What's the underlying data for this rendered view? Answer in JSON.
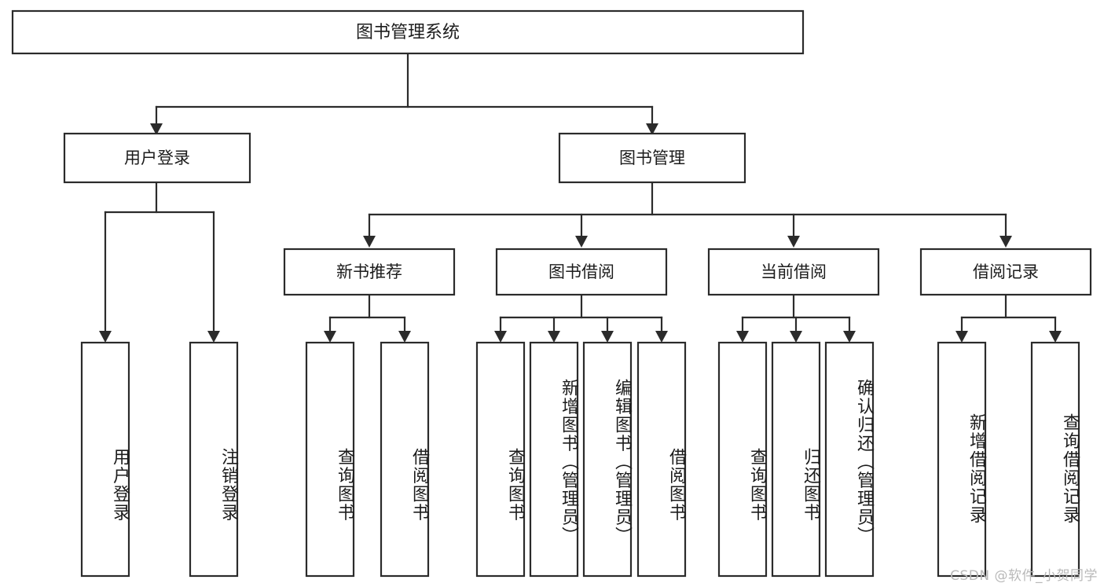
{
  "diagram": {
    "kind": "tree-hierarchy-chart",
    "title": "图书管理系统",
    "watermark": "CSDN @软件_小贺同学",
    "colors": {
      "box_fill": "#ffffff",
      "box_stroke": "#2b2b2b",
      "connector": "#2b2b2b",
      "text": "#1c1c1c",
      "background": "#ffffff",
      "watermark": "#b9b9b9"
    },
    "root": {
      "label": "图书管理系统"
    },
    "level2": [
      {
        "id": "user-login",
        "label": "用户登录"
      },
      {
        "id": "book-management",
        "label": "图书管理"
      }
    ],
    "level3": [
      {
        "id": "new-book-recommend",
        "label": "新书推荐",
        "parent": "book-management"
      },
      {
        "id": "book-borrow",
        "label": "图书借阅",
        "parent": "book-management"
      },
      {
        "id": "current-borrow",
        "label": "当前借阅",
        "parent": "book-management"
      },
      {
        "id": "borrow-record",
        "label": "借阅记录",
        "parent": "book-management"
      }
    ],
    "leaves": [
      {
        "id": "leaf-user-login",
        "label": "用户登录",
        "parent": "user-login"
      },
      {
        "id": "leaf-logout-login",
        "label": "注销登录",
        "parent": "user-login"
      },
      {
        "id": "leaf-query-book-1",
        "label": "查询图书",
        "parent": "new-book-recommend"
      },
      {
        "id": "leaf-borrow-book-1",
        "label": "借阅图书",
        "parent": "new-book-recommend"
      },
      {
        "id": "leaf-query-book-2",
        "label": "查询图书",
        "parent": "book-borrow"
      },
      {
        "id": "leaf-add-book",
        "label": "新增图书（管理员）",
        "parent": "book-borrow"
      },
      {
        "id": "leaf-edit-book",
        "label": "编辑图书（管理员）",
        "parent": "book-borrow"
      },
      {
        "id": "leaf-borrow-book-2",
        "label": "借阅图书",
        "parent": "book-borrow"
      },
      {
        "id": "leaf-query-book-3",
        "label": "查询图书",
        "parent": "current-borrow"
      },
      {
        "id": "leaf-return-book",
        "label": "归还图书",
        "parent": "current-borrow"
      },
      {
        "id": "leaf-confirm-return",
        "label": "确认归还（管理员）",
        "parent": "current-borrow"
      },
      {
        "id": "leaf-add-record",
        "label": "新增借阅记录",
        "parent": "borrow-record"
      },
      {
        "id": "leaf-query-record",
        "label": "查询借阅记录",
        "parent": "borrow-record"
      }
    ]
  }
}
